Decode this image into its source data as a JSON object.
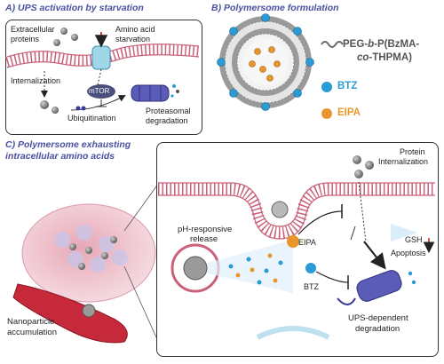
{
  "panelA": {
    "title": "A) UPS activation by starvation",
    "extracellular": [
      "Extracellular",
      "proteins"
    ],
    "amino_acid": [
      "Amino acid",
      "starvation"
    ],
    "internalization": "Internalization",
    "mtor": "mTOR",
    "ubiquitination": "Ubiquitination",
    "proteasomal": [
      "Proteasomal",
      "degradation"
    ]
  },
  "panelB": {
    "title": "B) Polymersome formulation",
    "peg_prefix": "PEG-",
    "peg_b": "b",
    "peg_rest": "-P(BzMA-",
    "peg_co": "co",
    "peg_end": "-THPMA)",
    "btz": "BTZ",
    "eipa": "EIPA"
  },
  "panelC": {
    "title": [
      "C) Polymersome exhausting",
      "intracellular amino acids"
    ],
    "protein": [
      "Protein",
      "Internalization"
    ],
    "ph": [
      "pH-responsive",
      "release"
    ],
    "eipa": "EIPA",
    "btz": "BTZ",
    "gsh": "GSH",
    "apoptosis": "Apoptosis",
    "ups": [
      "UPS-dependent",
      "degradation"
    ],
    "nano": [
      "Nanoparticle",
      "accumulation"
    ]
  },
  "colors": {
    "title": "#4a4fa0",
    "btz": "#2b9bd6",
    "eipa": "#e8962c",
    "membrane": "#c9617a",
    "proteasome": "#5a5cb8",
    "red_arrow": "#d8262c"
  }
}
